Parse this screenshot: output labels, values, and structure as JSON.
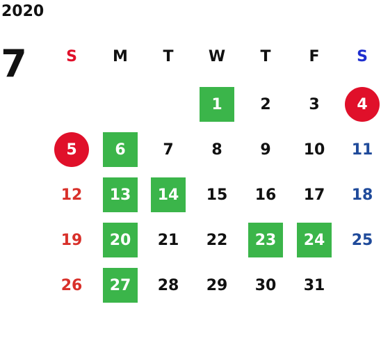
{
  "year": "2020",
  "month": "7",
  "colors": {
    "sunday": "#e0102a",
    "saturday": "#1a3f8f",
    "weekday": "#111111",
    "highlight_green": "#3bb54a",
    "holiday_red": "#e0102a",
    "sunday_date": "#d8302a",
    "saturday_date": "#1f4a9a"
  },
  "weekdays": [
    "S",
    "M",
    "T",
    "W",
    "T",
    "F",
    "S"
  ],
  "days": [
    {
      "n": "1",
      "col": 3,
      "row": 0,
      "style": "green"
    },
    {
      "n": "2",
      "col": 4,
      "row": 0,
      "style": "plain"
    },
    {
      "n": "3",
      "col": 5,
      "row": 0,
      "style": "plain"
    },
    {
      "n": "4",
      "col": 6,
      "row": 0,
      "style": "circle"
    },
    {
      "n": "5",
      "col": 0,
      "row": 1,
      "style": "circle"
    },
    {
      "n": "6",
      "col": 1,
      "row": 1,
      "style": "green"
    },
    {
      "n": "7",
      "col": 2,
      "row": 1,
      "style": "plain"
    },
    {
      "n": "8",
      "col": 3,
      "row": 1,
      "style": "plain"
    },
    {
      "n": "9",
      "col": 4,
      "row": 1,
      "style": "plain"
    },
    {
      "n": "10",
      "col": 5,
      "row": 1,
      "style": "plain"
    },
    {
      "n": "11",
      "col": 6,
      "row": 1,
      "style": "sat"
    },
    {
      "n": "12",
      "col": 0,
      "row": 2,
      "style": "sun"
    },
    {
      "n": "13",
      "col": 1,
      "row": 2,
      "style": "green"
    },
    {
      "n": "14",
      "col": 2,
      "row": 2,
      "style": "green"
    },
    {
      "n": "15",
      "col": 3,
      "row": 2,
      "style": "plain"
    },
    {
      "n": "16",
      "col": 4,
      "row": 2,
      "style": "plain"
    },
    {
      "n": "17",
      "col": 5,
      "row": 2,
      "style": "plain"
    },
    {
      "n": "18",
      "col": 6,
      "row": 2,
      "style": "sat"
    },
    {
      "n": "19",
      "col": 0,
      "row": 3,
      "style": "sun"
    },
    {
      "n": "20",
      "col": 1,
      "row": 3,
      "style": "green"
    },
    {
      "n": "21",
      "col": 2,
      "row": 3,
      "style": "plain"
    },
    {
      "n": "22",
      "col": 3,
      "row": 3,
      "style": "plain"
    },
    {
      "n": "23",
      "col": 4,
      "row": 3,
      "style": "green"
    },
    {
      "n": "24",
      "col": 5,
      "row": 3,
      "style": "green"
    },
    {
      "n": "25",
      "col": 6,
      "row": 3,
      "style": "sat"
    },
    {
      "n": "26",
      "col": 0,
      "row": 4,
      "style": "sun"
    },
    {
      "n": "27",
      "col": 1,
      "row": 4,
      "style": "green"
    },
    {
      "n": "28",
      "col": 2,
      "row": 4,
      "style": "plain"
    },
    {
      "n": "29",
      "col": 3,
      "row": 4,
      "style": "plain"
    },
    {
      "n": "30",
      "col": 4,
      "row": 4,
      "style": "plain"
    },
    {
      "n": "31",
      "col": 5,
      "row": 4,
      "style": "plain"
    }
  ]
}
